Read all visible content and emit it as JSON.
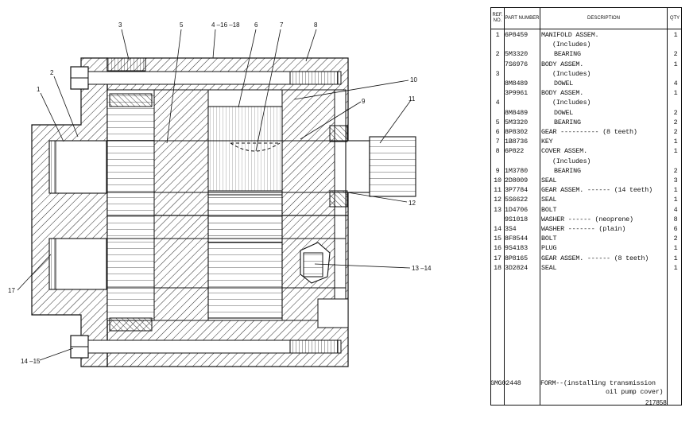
{
  "drawing": {
    "callouts": [
      "1",
      "2",
      "3",
      "4 –16 –18",
      "5",
      "6",
      "7",
      "8",
      "9",
      "10",
      "11",
      "12",
      "13 –14",
      "14 –15",
      "17"
    ]
  },
  "parts_table": {
    "headers": {
      "ref": "REF. NO.",
      "part": "PART NUMBER",
      "desc": "DESCRIPTION",
      "qty": "QTY"
    },
    "rows": [
      {
        "ref": "1",
        "part": "6P8459",
        "desc": "MANIFOLD ASSEM.",
        "qty": "1"
      },
      {
        "ref": "",
        "part": "",
        "desc": "(Includes)",
        "qty": ""
      },
      {
        "ref": "2",
        "part": "5M3320",
        "desc": "BEARING",
        "qty": "2"
      },
      {
        "ref": "",
        "part": "7S6976",
        "desc": "BODY ASSEM.",
        "qty": "1"
      },
      {
        "ref": "3",
        "part": "",
        "desc": "(Includes)",
        "qty": ""
      },
      {
        "ref": "",
        "part": "8M8489",
        "desc": "DOWEL",
        "qty": "4"
      },
      {
        "ref": "",
        "part": "3P9961",
        "desc": "BODY ASSEM.",
        "qty": "1"
      },
      {
        "ref": "4",
        "part": "",
        "desc": "(Includes)",
        "qty": ""
      },
      {
        "ref": "",
        "part": "8M8489",
        "desc": "DOWEL",
        "qty": "2"
      },
      {
        "ref": "5",
        "part": "5M3320",
        "desc": "BEARING",
        "qty": "2"
      },
      {
        "ref": "6",
        "part": "8P8302",
        "desc": "GEAR ---------- (8 teeth)",
        "qty": "2"
      },
      {
        "ref": "7",
        "part": "1B8736",
        "desc": "KEY",
        "qty": "1"
      },
      {
        "ref": "8",
        "part": "6P822",
        "desc": "COVER ASSEM.",
        "qty": "1"
      },
      {
        "ref": "",
        "part": "",
        "desc": "(Includes)",
        "qty": ""
      },
      {
        "ref": "9",
        "part": "1M3780",
        "desc": "BEARING",
        "qty": "2"
      },
      {
        "ref": "10",
        "part": "2D8009",
        "desc": "SEAL",
        "qty": "3"
      },
      {
        "ref": "11",
        "part": "3P7784",
        "desc": "GEAR ASSEM. ------ (14 teeth)",
        "qty": "1"
      },
      {
        "ref": "12",
        "part": "5S6622",
        "desc": "SEAL",
        "qty": "1"
      },
      {
        "ref": "13",
        "part": "1D4706",
        "desc": "BOLT",
        "qty": "4"
      },
      {
        "ref": "",
        "part": "9S1018",
        "desc": "WASHER ------ (neoprene)",
        "qty": "8"
      },
      {
        "ref": "14",
        "part": "3S4",
        "desc": "WASHER ------- (plain)",
        "qty": "6"
      },
      {
        "ref": "15",
        "part": "8F8544",
        "desc": "BOLT",
        "qty": "2"
      },
      {
        "ref": "16",
        "part": "9S4183",
        "desc": "PLUG",
        "qty": "1"
      },
      {
        "ref": "17",
        "part": "8P8165",
        "desc": "GEAR ASSEM. ------ (8 teeth)",
        "qty": "1"
      },
      {
        "ref": "18",
        "part": "3D2824",
        "desc": "SEAL",
        "qty": "1"
      }
    ],
    "footer": {
      "part": "GMG02448",
      "desc_line1": "FORM--(installing transmission",
      "desc_line2": "oil pump cover)"
    }
  },
  "figure_code": "217858"
}
